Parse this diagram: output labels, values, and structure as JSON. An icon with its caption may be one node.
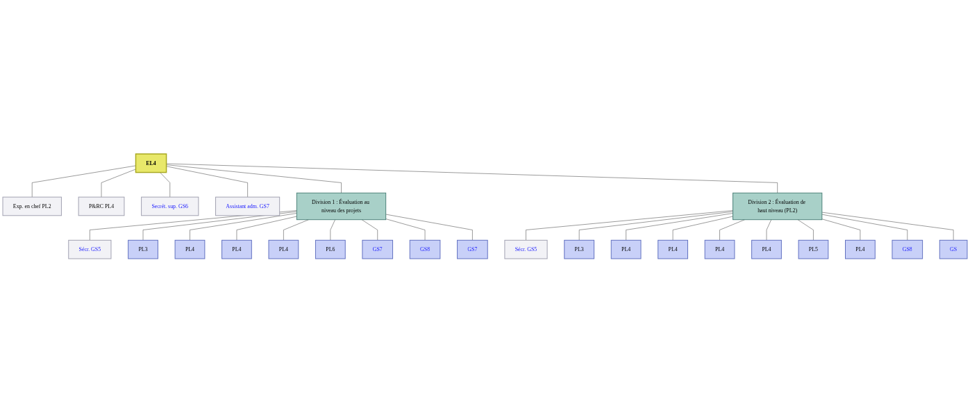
{
  "diagram": {
    "nodes": [
      {
        "text": [
          "EL4"
        ]
      },
      {
        "text": [
          "Exp. en chef PL2"
        ]
      },
      {
        "text": [
          "P&RC PL4"
        ]
      },
      {
        "text": [
          "Secrét. sup. GS6"
        ]
      },
      {
        "text": [
          "Assistant adm. GS7"
        ]
      },
      {
        "text": [
          "Division 1 : Évaluation au niveau des projets"
        ]
      },
      {
        "text": [
          "Division 2 : Évaluation de haut niveau (PL2)"
        ]
      },
      {
        "text": [
          "Sécr. GS5"
        ]
      },
      {
        "text": [
          "PL3"
        ]
      },
      {
        "text": [
          "PL4"
        ]
      },
      {
        "text": [
          "PL4"
        ]
      },
      {
        "text": [
          "PL4"
        ]
      },
      {
        "text": [
          "PL6"
        ]
      },
      {
        "text": [
          "GS7"
        ]
      },
      {
        "text": [
          "GS8"
        ]
      },
      {
        "text": [
          "GS7"
        ]
      },
      {
        "text": [
          "Sécr. GS5"
        ]
      },
      {
        "text": [
          "PL3"
        ]
      },
      {
        "text": [
          "PL4"
        ]
      },
      {
        "text": [
          "PL4"
        ]
      },
      {
        "text": [
          "PL4"
        ]
      },
      {
        "text": [
          "PL4"
        ]
      },
      {
        "text": [
          "PL5"
        ]
      },
      {
        "text": [
          "PL4"
        ]
      },
      {
        "text": [
          "GS8"
        ]
      },
      {
        "text": [
          "GS"
        ]
      }
    ],
    "edges": [
      {
        "from": 0,
        "to": 1,
        "arrow": "none"
      },
      {
        "from": 0,
        "to": 2,
        "arrow": "none"
      },
      {
        "from": 0,
        "to": 3,
        "arrow": "none"
      },
      {
        "from": 0,
        "to": 4,
        "arrow": "none"
      },
      {
        "from": 0,
        "to": 5,
        "arrow": "none"
      },
      {
        "from": 0,
        "to": 6,
        "arrow": "none"
      },
      {
        "from": 5,
        "to": 7,
        "arrow": "none"
      },
      {
        "from": 5,
        "to": 8,
        "arrow": "none"
      },
      {
        "from": 5,
        "to": 9,
        "arrow": "none"
      },
      {
        "from": 5,
        "to": 10,
        "arrow": "none"
      },
      {
        "from": 5,
        "to": 11,
        "arrow": "none"
      },
      {
        "from": 5,
        "to": 12,
        "arrow": "none"
      },
      {
        "from": 5,
        "to": 13,
        "arrow": "none"
      },
      {
        "from": 5,
        "to": 14,
        "arrow": "none"
      },
      {
        "from": 5,
        "to": 15,
        "arrow": "none"
      },
      {
        "from": 6,
        "to": 16,
        "arrow": "none"
      },
      {
        "from": 6,
        "to": 17,
        "arrow": "none"
      },
      {
        "from": 6,
        "to": 18,
        "arrow": "none"
      },
      {
        "from": 6,
        "to": 19,
        "arrow": "none"
      },
      {
        "from": 6,
        "to": 20,
        "arrow": "none"
      },
      {
        "from": 6,
        "to": 21,
        "arrow": "none"
      },
      {
        "from": 6,
        "to": 22,
        "arrow": "none"
      },
      {
        "from": 6,
        "to": 23,
        "arrow": "none"
      },
      {
        "from": 6,
        "to": 24,
        "arrow": "none"
      },
      {
        "from": 6,
        "to": 25,
        "arrow": "none"
      }
    ]
  }
}
